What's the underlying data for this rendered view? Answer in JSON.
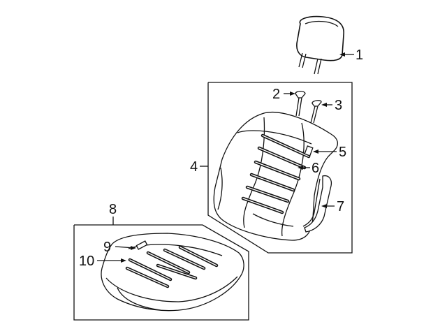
{
  "diagram": {
    "callouts": [
      {
        "id": "1",
        "text": "1",
        "part": "headrest"
      },
      {
        "id": "2",
        "text": "2",
        "part": "headrest-guide-left"
      },
      {
        "id": "3",
        "text": "3",
        "part": "headrest-guide-right"
      },
      {
        "id": "4",
        "text": "4",
        "part": "seat-back-assembly"
      },
      {
        "id": "5",
        "text": "5",
        "part": "heater-connector"
      },
      {
        "id": "6",
        "text": "6",
        "part": "seat-back-heater-element"
      },
      {
        "id": "7",
        "text": "7",
        "part": "seat-back-panel"
      },
      {
        "id": "8",
        "text": "8",
        "part": "seat-cushion-assembly"
      },
      {
        "id": "9",
        "text": "9",
        "part": "cushion-heater-connector"
      },
      {
        "id": "10",
        "text": "10",
        "part": "seat-cushion-heater-element"
      }
    ]
  }
}
